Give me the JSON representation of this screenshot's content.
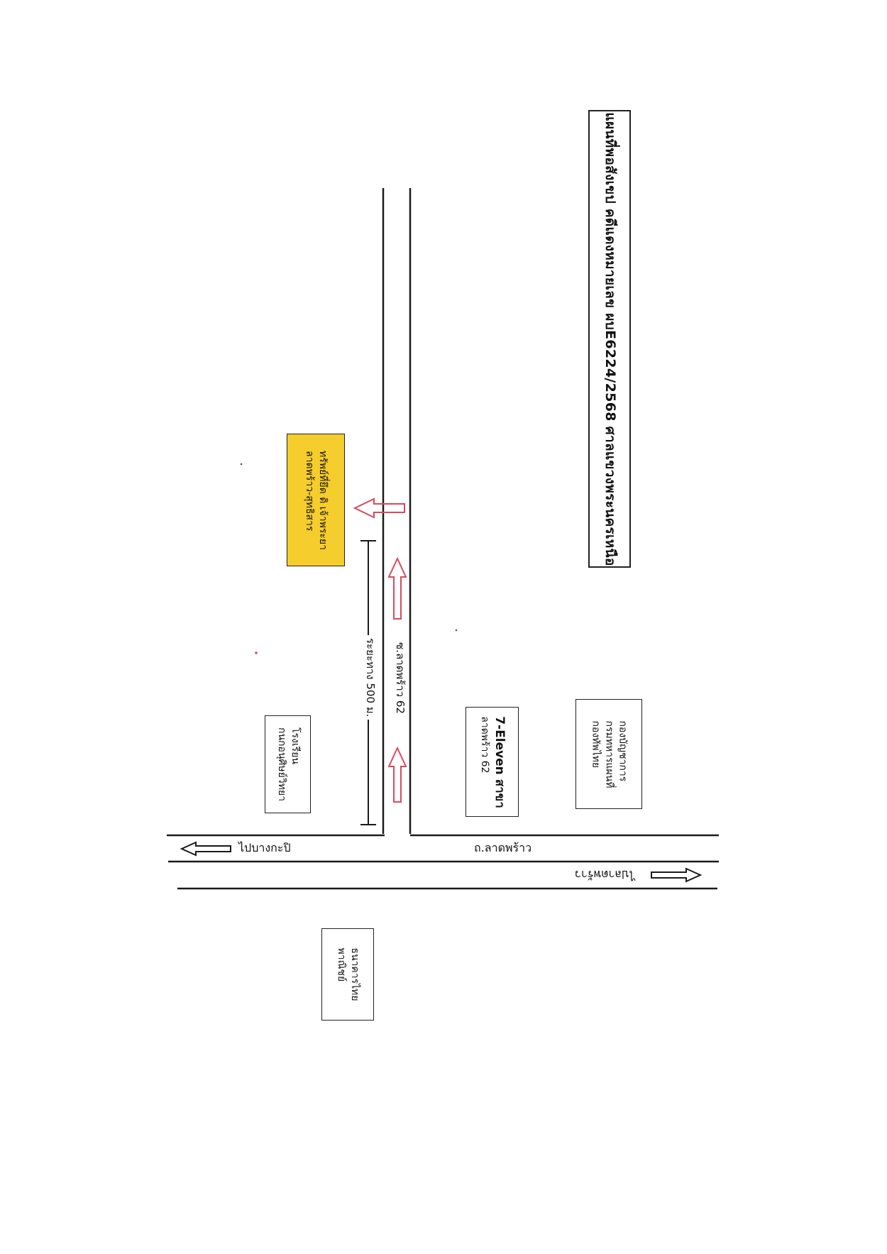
{
  "title": "แผนที่พอสังเขป คดีแดงหมายเลข ผบE6224/2568 ศาลแขวงพระนครเหนือ",
  "road_main": "ถ.ลาดพร้าว",
  "soi_label": "ซ.ลาดพร้าว 62",
  "distance_label": "ระยะทาง 500 ม.",
  "to_bangkapi": "ไปบางกะปิ",
  "to_ladprao": "ไปลาดพร้าว",
  "landmarks": {
    "property": [
      "ทรัพย์ที่ยึด ดิ เจ้าพระยา",
      "ลาดพร้าว-สุทธิสาร"
    ],
    "seven_eleven": [
      "7-Eleven สาขา",
      "ลาดพร้าว 62"
    ],
    "army": [
      "กองบัญชาการ",
      "กรมทหารแผนที่",
      "กองทัพไทย"
    ],
    "school": [
      "โรงเรียน",
      "กนกอนุศิษย์วิทยา"
    ],
    "bank": [
      "ธนาคารไทย",
      "พาณิชย์"
    ]
  },
  "colors": {
    "arrow_red": "#d94a5f",
    "highlight_yellow": "#f5cd2c",
    "line": "#1a1a1a"
  }
}
